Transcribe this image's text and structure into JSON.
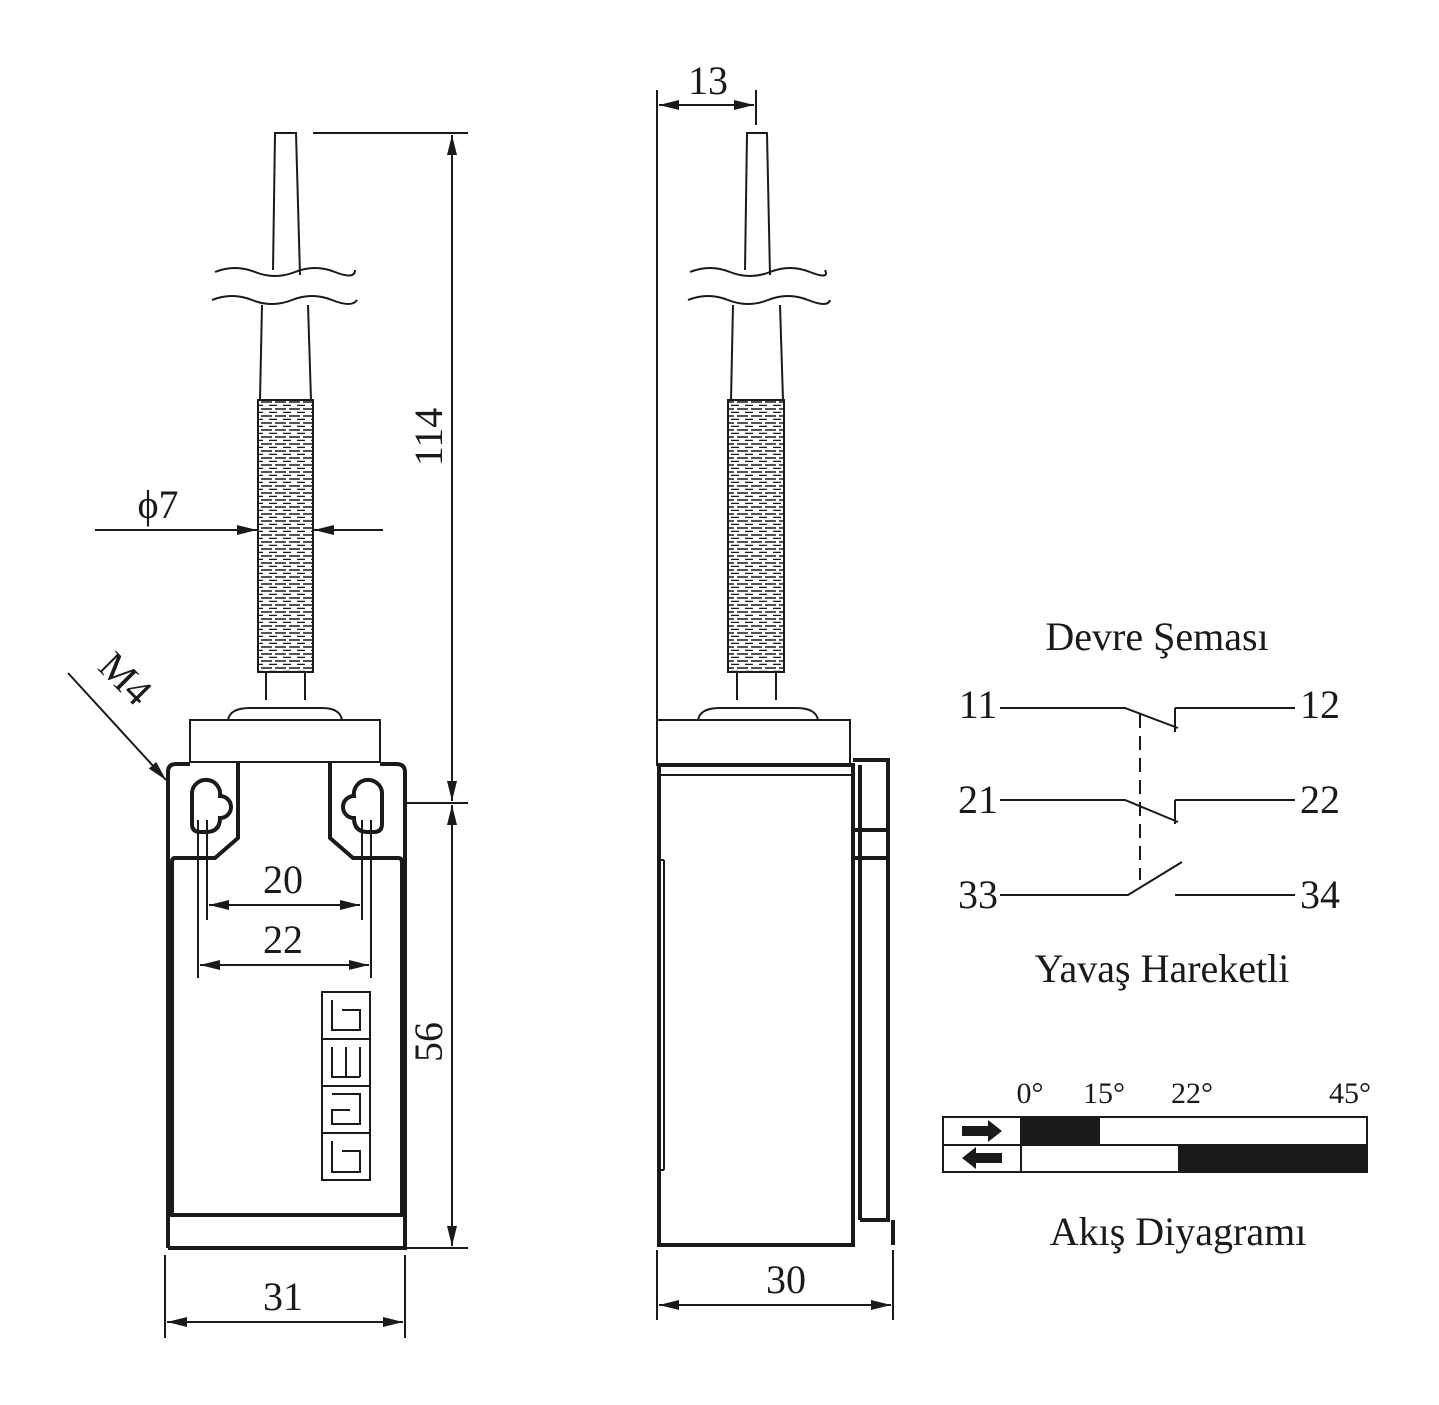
{
  "front_view": {
    "overall_height": "114",
    "body_height": "56",
    "width": "31",
    "hole_spacing_inner": "20",
    "hole_spacing_outer": "22",
    "rod_diameter": "ϕ7",
    "thread": "M4",
    "logo": "emas"
  },
  "side_view": {
    "rod_offset": "13",
    "depth": "30"
  },
  "circuit": {
    "title": "Devre Şeması",
    "terminals": [
      "11",
      "12",
      "21",
      "22",
      "33",
      "34"
    ],
    "subtitle": "Yavaş Hareketli"
  },
  "flow_diagram": {
    "title": "Akış Diyagramı",
    "angle_labels": [
      "0°",
      "15°",
      "22°",
      "45°"
    ],
    "rows": [
      {
        "direction": "forward",
        "icon": "arrow-right-icon",
        "on_from": 0,
        "on_to": 15
      },
      {
        "direction": "return",
        "icon": "arrow-left-icon",
        "on_from": 22,
        "on_to": 45
      }
    ],
    "colors": {
      "on": "#1a1a1a",
      "off": "#ffffff"
    }
  }
}
